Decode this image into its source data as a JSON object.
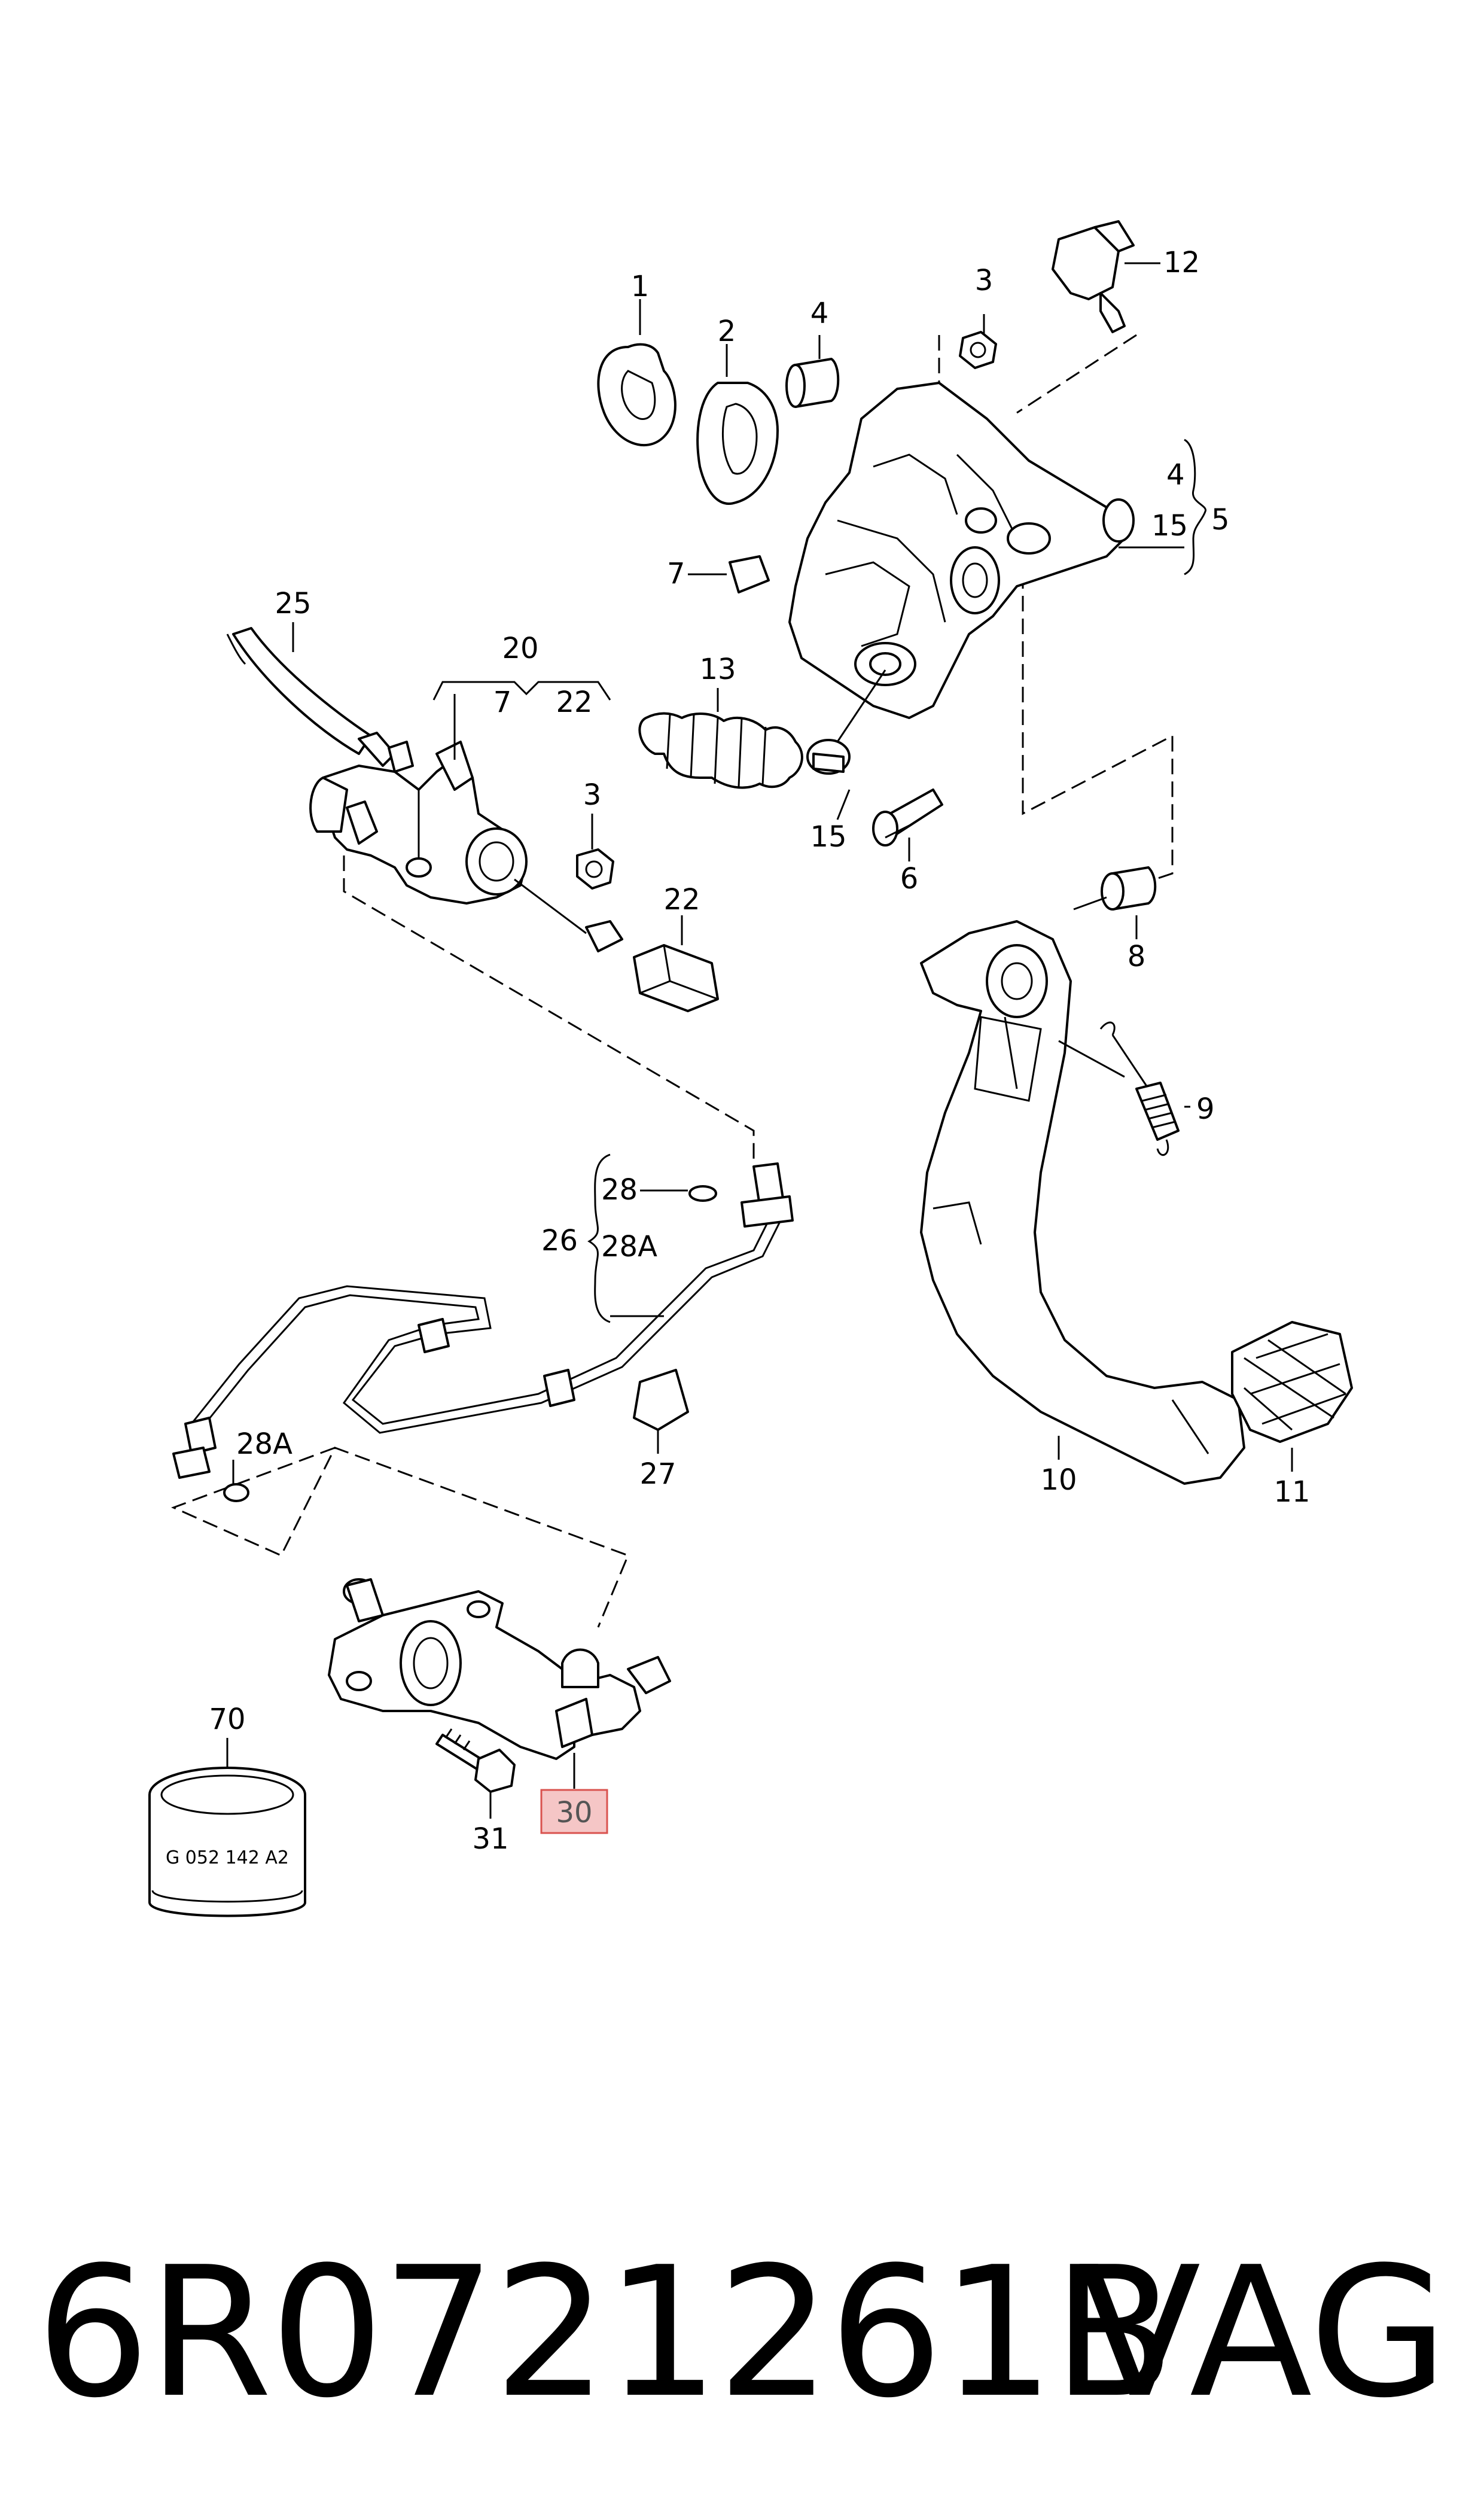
{
  "diagram": {
    "callouts": {
      "c1": "1",
      "c2": "2",
      "c3a": "3",
      "c3b": "3",
      "c4a": "4",
      "c4b": "4",
      "c5": "5",
      "c6": "6",
      "c7a": "7",
      "c7b": "7",
      "c8": "8",
      "c9": "9",
      "c10": "10",
      "c11": "11",
      "c12": "12",
      "c13": "13",
      "c15a": "15",
      "c15b": "15",
      "c20": "20",
      "c22a": "22",
      "c22b": "22",
      "c25": "25",
      "c26": "26",
      "c27": "27",
      "c28": "28",
      "c28Aa": "28A",
      "c28Ab": "28A",
      "c30": "30",
      "c31": "31",
      "c70": "70"
    },
    "sleeve_marking": "G 052 142 A2",
    "highlight_color": "#f5c6c6",
    "highlight_border": "#d9534f"
  },
  "footer": {
    "part_number": "6R0721261B",
    "brand": "VAG"
  }
}
